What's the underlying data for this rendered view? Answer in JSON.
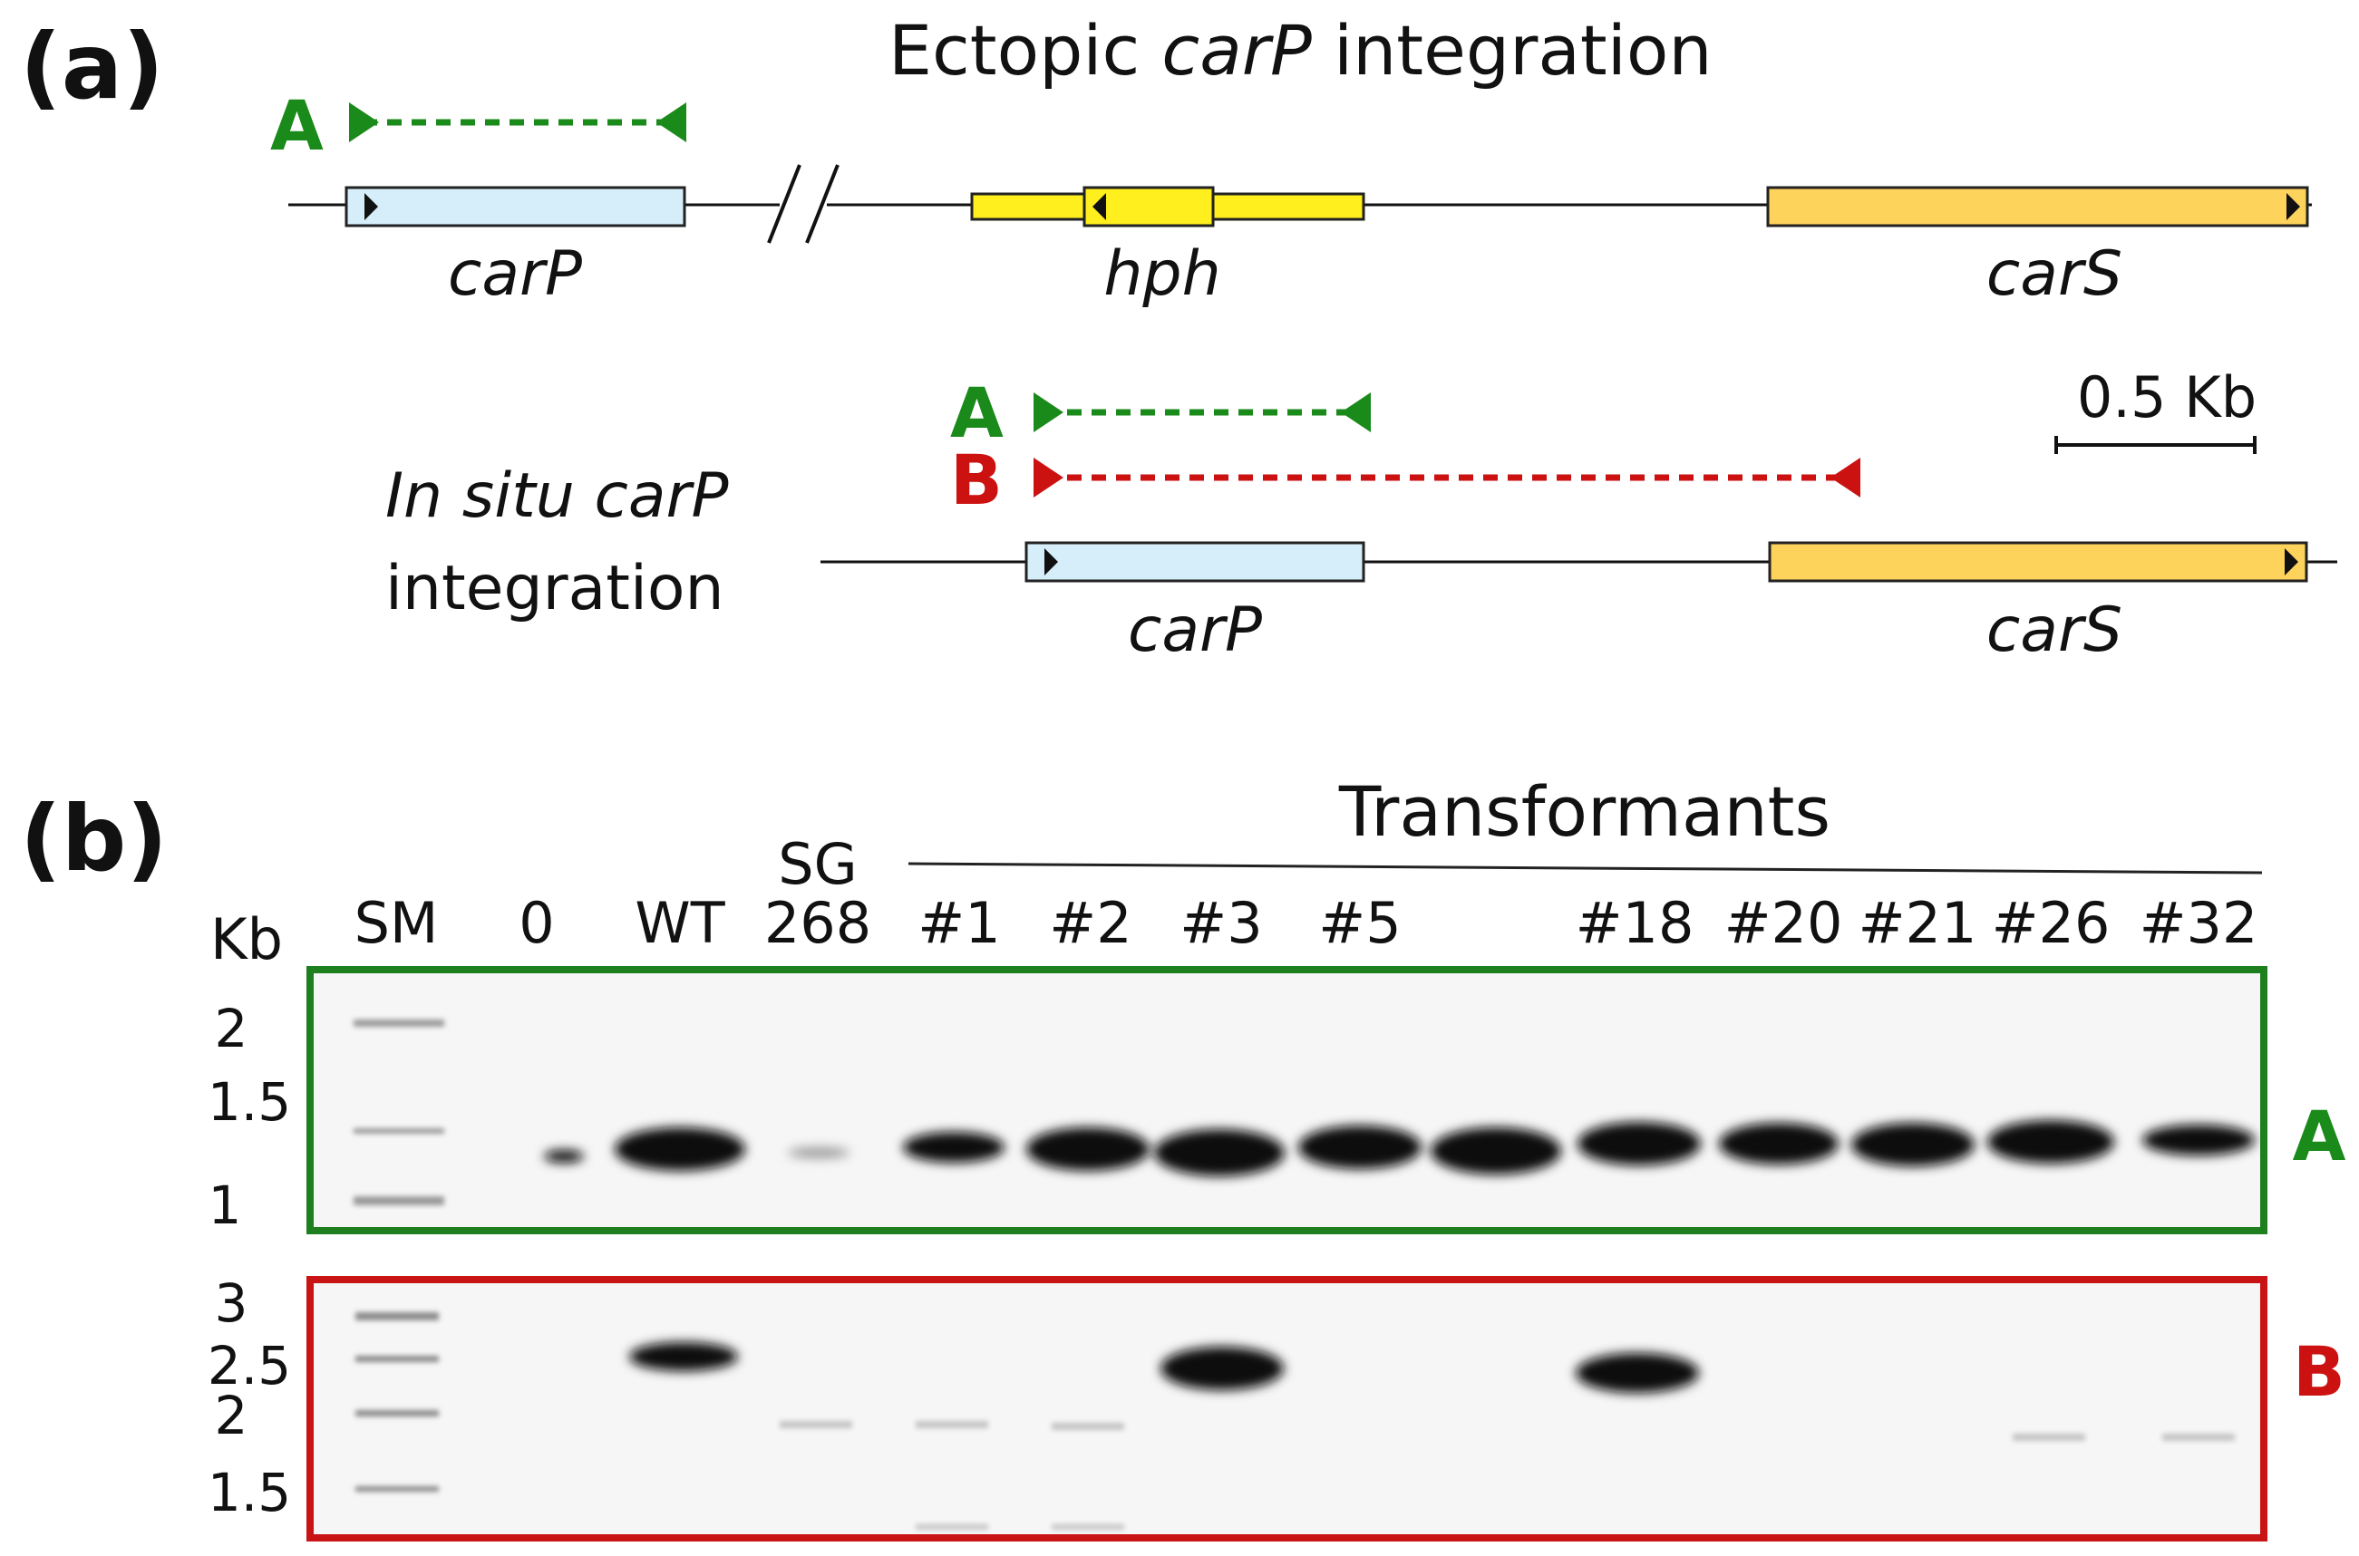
{
  "panel_a": {
    "label": "(a)",
    "ectopic_title": [
      "Ectopic ",
      "carP",
      " integration"
    ],
    "insitu_title_line1": [
      "In situ carP"
    ],
    "insitu_title_line2": "integration",
    "genes": {
      "carP": "carP",
      "hph": "hph",
      "carS": "carS"
    },
    "primer_A": "A",
    "primer_B": "B",
    "scale_label": "0.5 Kb",
    "colors": {
      "carP_fill": "#d6eef9",
      "hph_fill": "#ffef1f",
      "carS_fill": "#fdd35b",
      "primer_A": "#1a8a1a",
      "primer_B": "#cc1111"
    }
  },
  "panel_b": {
    "label": "(b)",
    "group_label": "Transformants",
    "unit_label": "Kb",
    "lanes": [
      "SM",
      "0",
      "WT",
      "#1",
      "#2",
      "#3",
      "#5",
      "#18",
      "#20",
      "#21",
      "#26",
      "#32"
    ],
    "sg_top": "SG",
    "sg_bottom": "268",
    "gel_A_ticks": [
      "2",
      "1.5",
      "1"
    ],
    "gel_B_ticks": [
      "3",
      "2.5",
      "2",
      "1.5"
    ],
    "gel_A_label": "A",
    "gel_B_label": "B",
    "colors": {
      "gel_A_frame": "#1e7f1e",
      "gel_B_frame": "#c81414",
      "band": "#111111"
    }
  }
}
